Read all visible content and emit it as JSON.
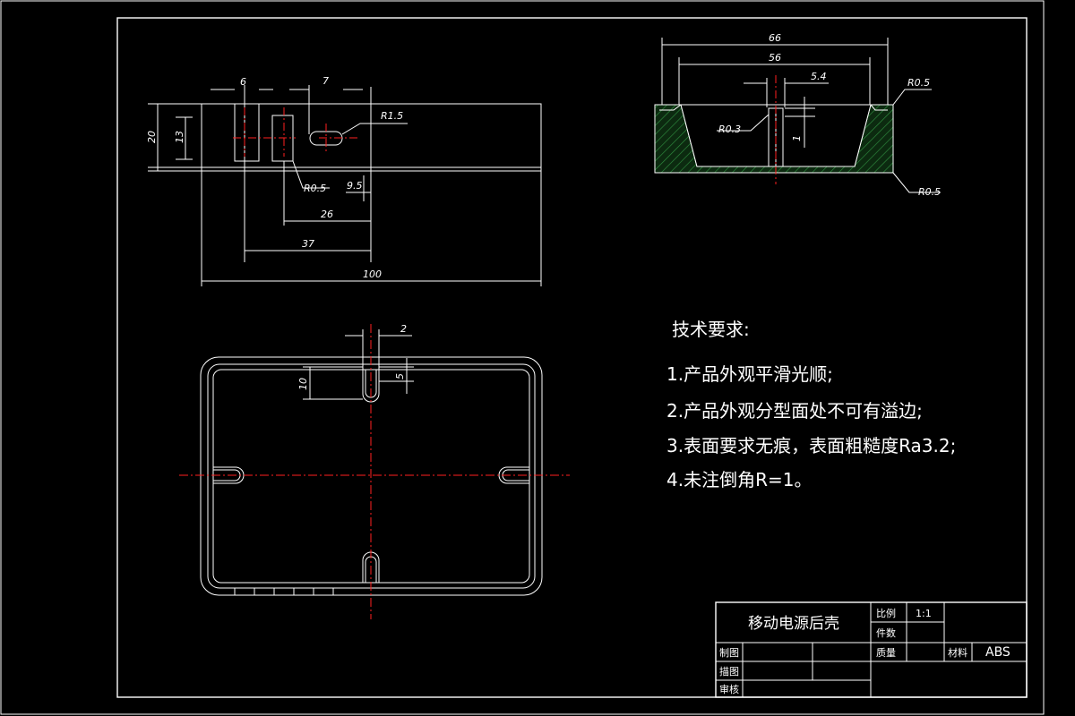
{
  "colors": {
    "background": "#000000",
    "line": "#ffffff",
    "centerline": "#ff2020",
    "hatch": "#2e8b3e"
  },
  "dims": {
    "d6": "6",
    "d7": "7",
    "r15": "R1.5",
    "d20": "20",
    "d13": "13",
    "r05a": "R0.5",
    "d95": "9.5",
    "d26": "26",
    "d37": "37",
    "d100": "100",
    "d66": "66",
    "d56": "56",
    "d54": "5.4",
    "r05b": "R0.5",
    "r03": "R0.3",
    "d1": "1",
    "r05c": "R0.5",
    "d2": "2",
    "d10": "10",
    "d5": "5"
  },
  "requirements": {
    "title": "技术要求:",
    "items": [
      "1.产品外观平滑光顺;",
      "2.产品外观分型面处不可有溢边;",
      "3.表面要求无痕，表面粗糙度Ra3.2;",
      "4.未注倒角R=1。"
    ]
  },
  "title_block": {
    "part_name": "移动电源后壳",
    "scale_label": "比例",
    "scale_value": "1:1",
    "count_label": "件数",
    "weight_label": "质量",
    "material_label": "材料",
    "material_value": "ABS",
    "drawn_label": "制图",
    "traced_label": "描图",
    "checked_label": "审核"
  }
}
